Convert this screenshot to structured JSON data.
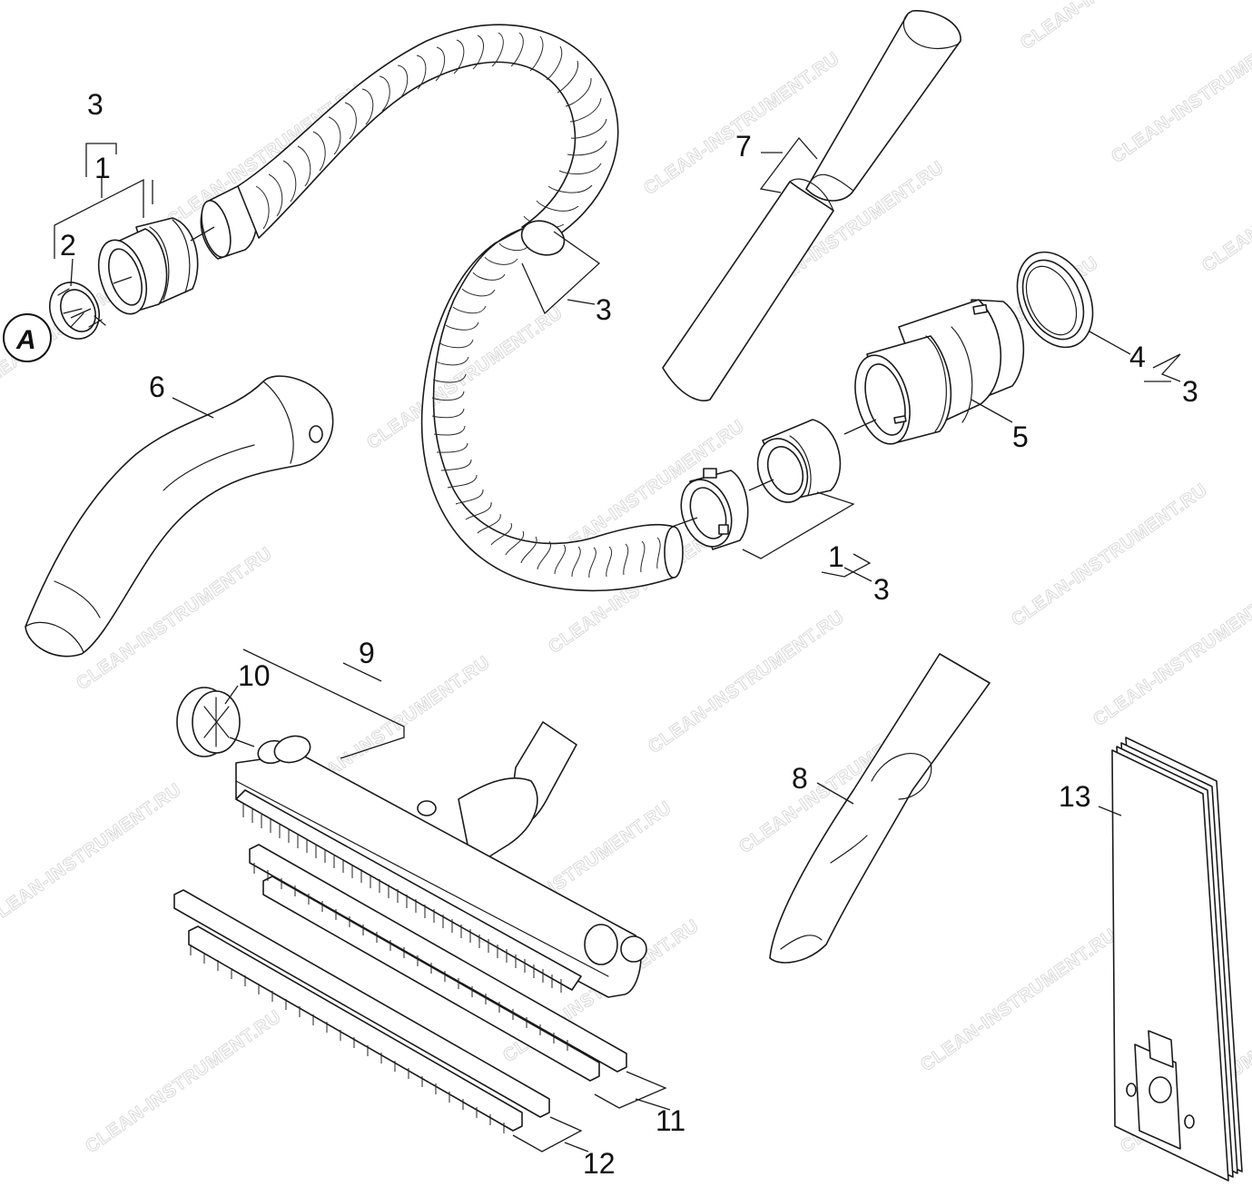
{
  "diagram": {
    "labels": {
      "l3_top_left": "3",
      "l1_top_left": "1",
      "l2": "2",
      "l3_hose": "3",
      "l7": "7",
      "l4": "4",
      "l3_ring": "3",
      "l5": "5",
      "l1_lower": "1",
      "l3_lower": "3",
      "l6": "6",
      "l9": "9",
      "l10": "10",
      "l8": "8",
      "l13": "13",
      "l11": "11",
      "l12": "12"
    },
    "marker": "A",
    "watermark": "CLEAN-INSTRUMENT.RU"
  }
}
